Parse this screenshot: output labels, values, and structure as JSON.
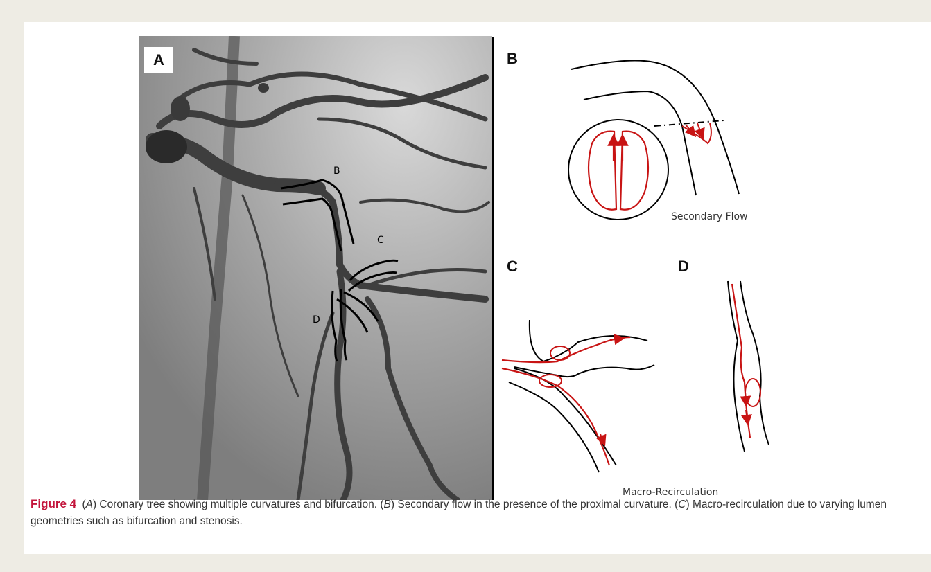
{
  "panels": {
    "a": {
      "letter": "A",
      "segment_labels": {
        "b": "B",
        "c": "C",
        "d": "D"
      }
    },
    "b": {
      "letter": "B",
      "label": "Secondary Flow"
    },
    "c": {
      "letter": "C",
      "label": "Macro-Recirculation"
    },
    "d": {
      "letter": "D"
    }
  },
  "colors": {
    "background": "#eeece4",
    "flow_red": "#c81414",
    "figure_number_red": "#c3143b"
  },
  "caption": {
    "figure_number": "Figure 4",
    "parts": [
      {
        "open": "(",
        "letter": "A",
        "close": ")",
        "text": " Coronary tree showing multiple curvatures and bifurcation. "
      },
      {
        "open": "(",
        "letter": "B",
        "close": ")",
        "text": " Secondary flow in the presence of the proximal curvature. "
      },
      {
        "open": "(",
        "letter": "C",
        "close": ")",
        "text": " Macro-recirculation due to varying lumen geometries such as bifurcation and stenosis."
      }
    ]
  }
}
